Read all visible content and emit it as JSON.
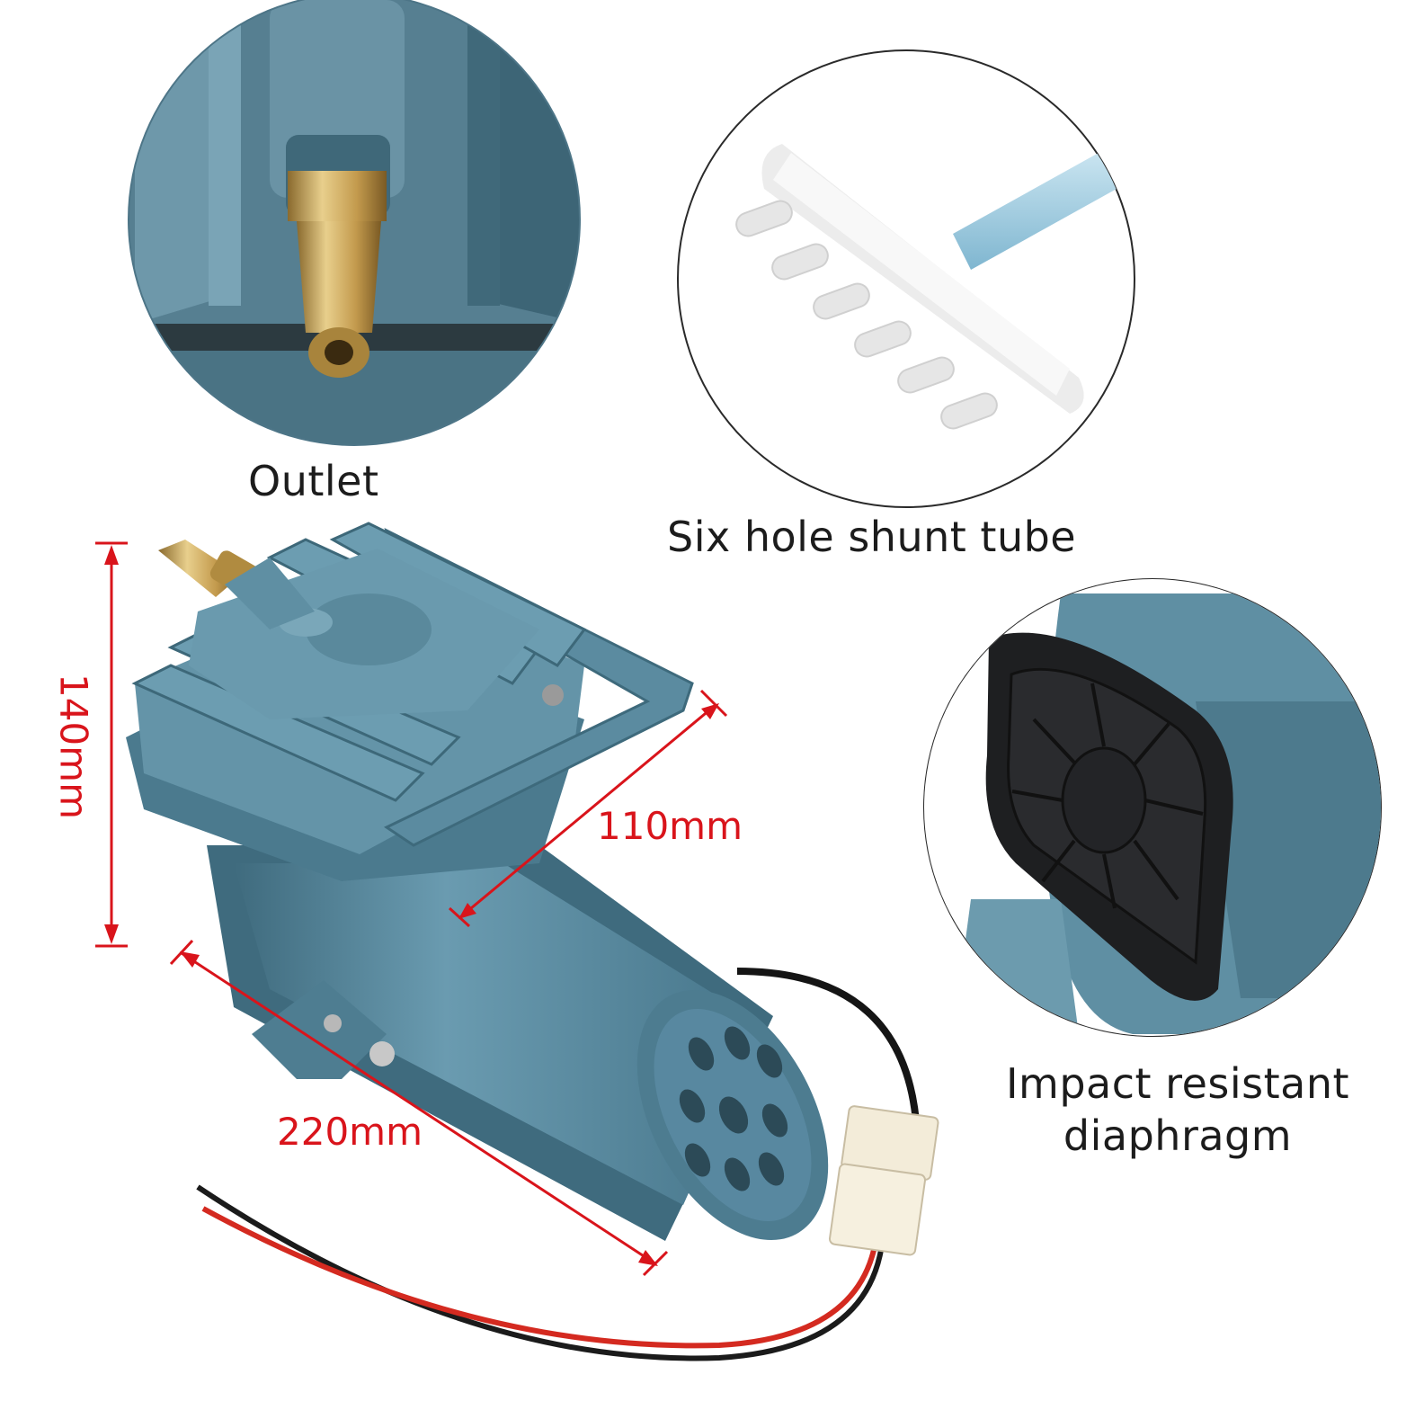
{
  "labels": {
    "outlet": "Outlet",
    "shunt": "Six hole shunt tube",
    "diaphragm": "Impact resistant diaphragm"
  },
  "dimensions": {
    "height": "140mm",
    "width": "110mm",
    "length": "220mm"
  },
  "colors": {
    "pump_body": "#5f8fa3",
    "pump_dark": "#3f6b7e",
    "brass": "#c9a55a",
    "dimension_red": "#d9141b",
    "diaphragm_black": "#1e1f21",
    "connector_white": "#f3ecd9"
  }
}
